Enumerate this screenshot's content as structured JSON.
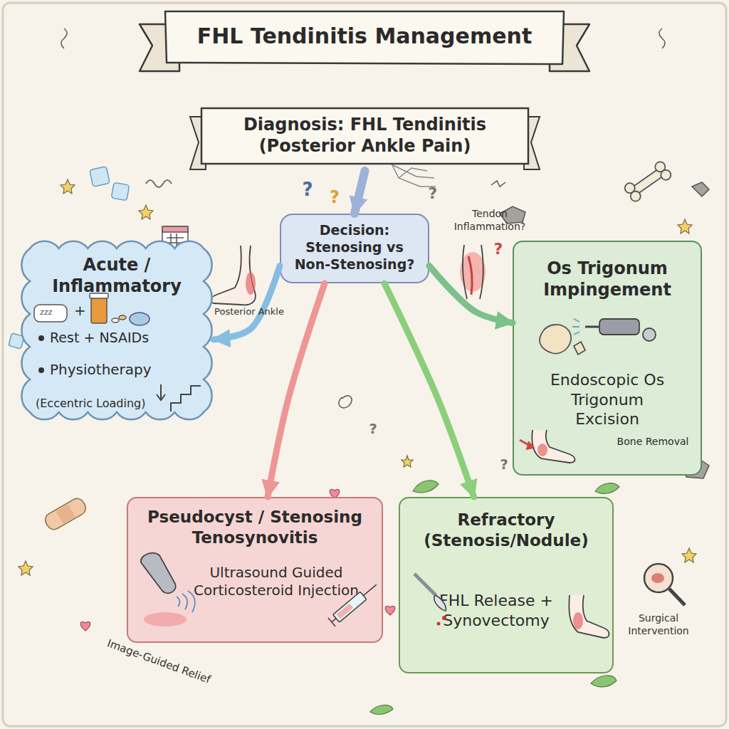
{
  "diagram": {
    "title": "FHL Tendinitis Management",
    "nodes": [
      {
        "text": [
          "Diagnosis: FHL Tendinitis (Posterior Ankle Pain)"
        ]
      },
      {
        "text": [
          "Decision: Stenosing vs Non-Stenosing?"
        ]
      },
      {
        "text": [
          "Acute / Inflammatory",
          "Rest + NSAIDs",
          "Physiotherapy",
          "(Eccentric Loading)"
        ]
      },
      {
        "text": [
          "Os Trigonum Impingement",
          "Endoscopic Os Trigonum Excision",
          "Bone Removal"
        ]
      },
      {
        "text": [
          "Pseudocyst / Stenosing Tenosynovitis",
          "Ultrasound Guided Corticosteroid Injection"
        ]
      },
      {
        "text": [
          "Refractory (Stenosis/Nodule)",
          "FHL Release + Synovectomy"
        ]
      }
    ],
    "edges": [
      {
        "from": 0,
        "to": 1,
        "arrow": "to"
      },
      {
        "from": 1,
        "to": 2,
        "arrow": "to"
      },
      {
        "from": 1,
        "to": 3,
        "arrow": "to"
      },
      {
        "from": 1,
        "to": 4,
        "arrow": "to"
      },
      {
        "from": 1,
        "to": 5,
        "arrow": "to"
      }
    ],
    "labels": [
      "zzz",
      "+",
      "Posterior Ankle",
      "Tendon Inflammation?",
      "Image-Guided Relief",
      "Surgical Intervention",
      "?",
      "?",
      "?",
      "?",
      "?",
      "?"
    ]
  }
}
